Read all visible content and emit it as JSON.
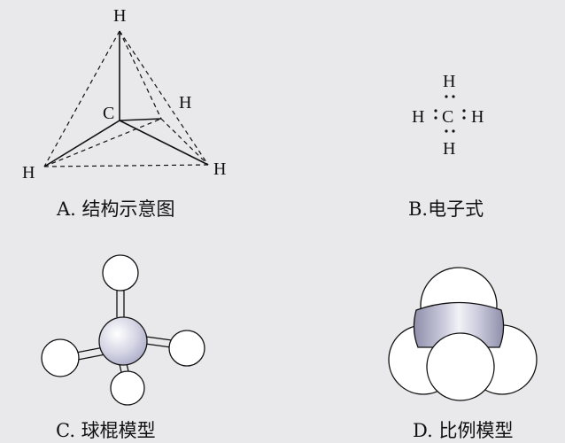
{
  "panels": {
    "a": {
      "caption": "A. 结构示意图",
      "labels": {
        "h_top": "H",
        "c": "C",
        "h_right_back": "H",
        "h_left": "H",
        "h_right": "H"
      }
    },
    "b": {
      "caption": "B.电子式",
      "labels": {
        "h_top": "H",
        "h_left": "H",
        "c": "C",
        "h_right": "H",
        "h_bottom": "H"
      }
    },
    "c": {
      "caption": "C. 球棍模型"
    },
    "d": {
      "caption": "D. 比例模型"
    }
  },
  "colors": {
    "background": "#e9e9eb",
    "line": "#111111",
    "carbon_ball_light": "#ffffff",
    "carbon_ball_dark": "#a6a6c4",
    "hydrogen_ball": "#ffffff"
  }
}
